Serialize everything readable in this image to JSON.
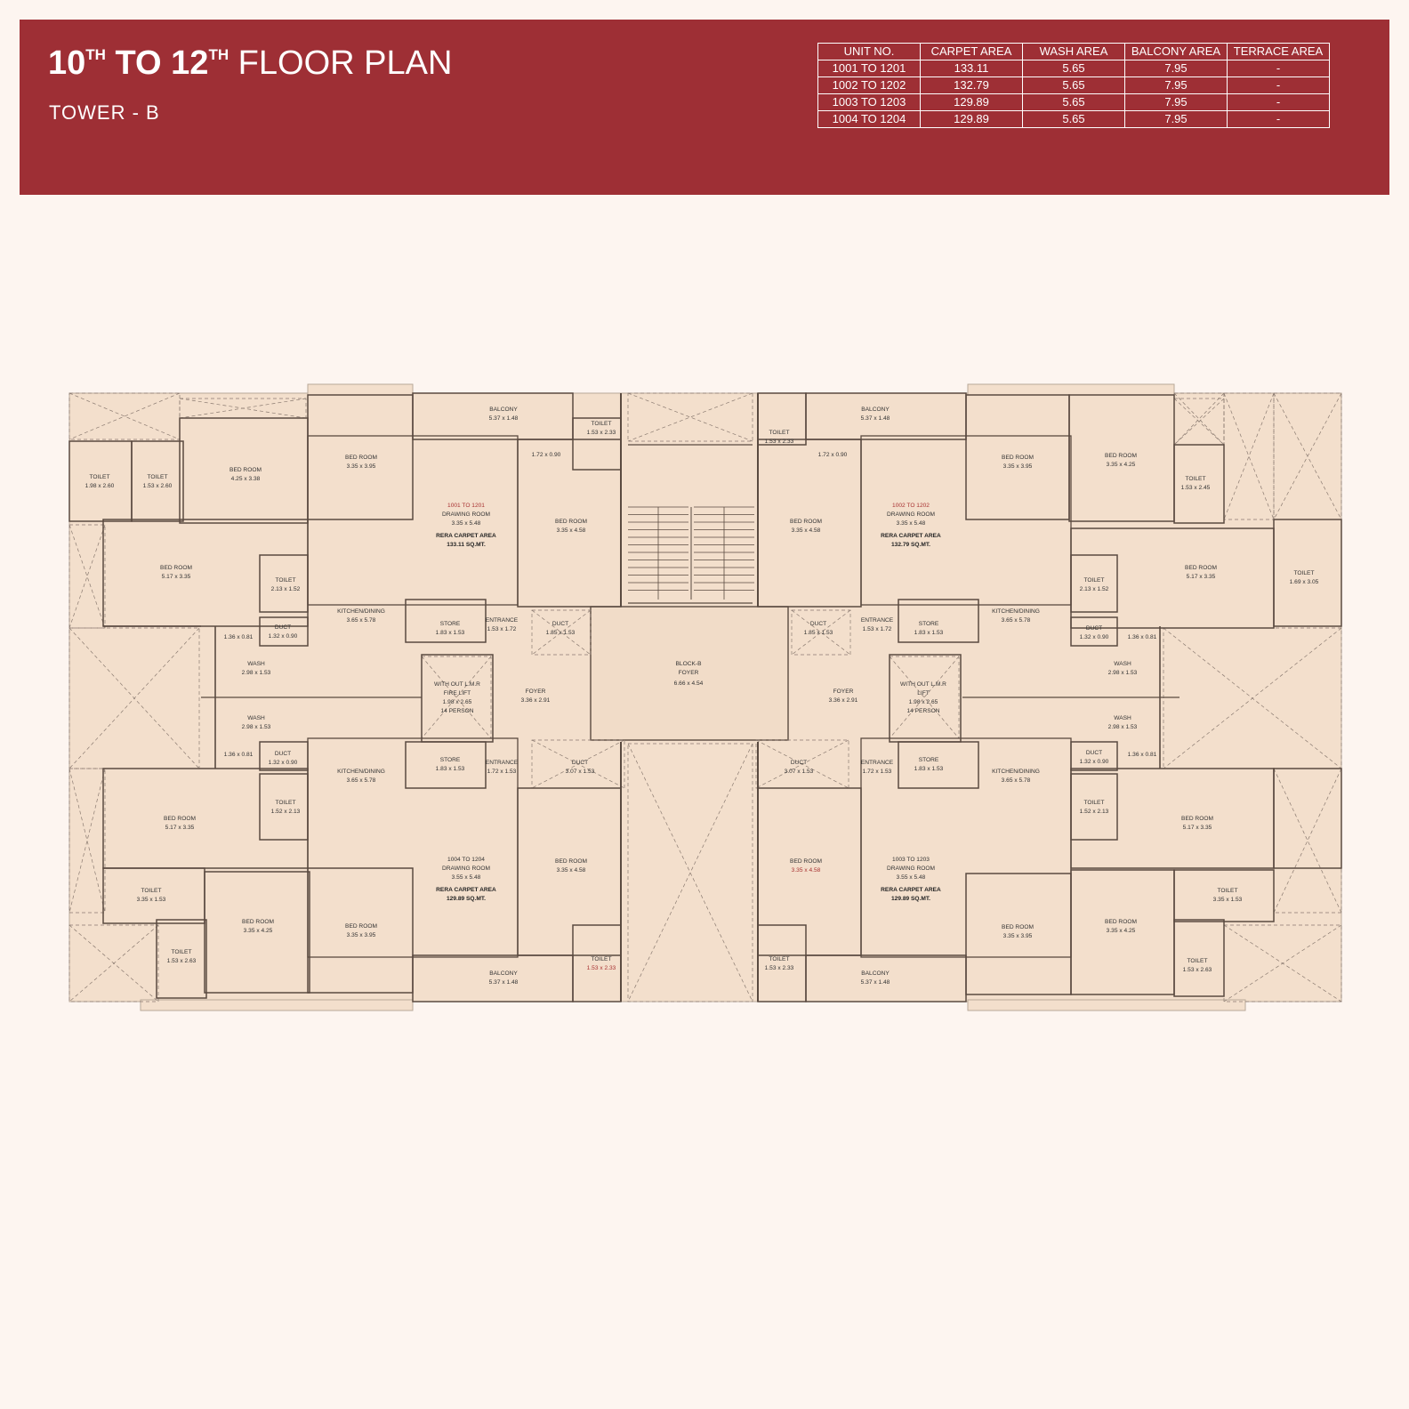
{
  "header": {
    "title_num1": "10",
    "title_sup1": "TH",
    "title_to": " TO ",
    "title_num2": "12",
    "title_sup2": "TH",
    "title_rest": " FLOOR PLAN",
    "subtitle": "TOWER - B"
  },
  "colors": {
    "header_bg": "#9e2f35",
    "page_bg": "#fdf5f0",
    "plan_fill": "#f3dfcc",
    "wall": "#5a4a40"
  },
  "area_table": {
    "columns": [
      "UNIT NO.",
      "CARPET AREA",
      "WASH AREA",
      "BALCONY AREA",
      "TERRACE AREA"
    ],
    "rows": [
      [
        "1001 TO 1201",
        "133.11",
        "5.65",
        "7.95",
        "-"
      ],
      [
        "1002 TO 1202",
        "132.79",
        "5.65",
        "7.95",
        "-"
      ],
      [
        "1003 TO 1203",
        "129.89",
        "5.65",
        "7.95",
        "-"
      ],
      [
        "1004 TO 1204",
        "129.89",
        "5.65",
        "7.95",
        "-"
      ]
    ]
  },
  "plan": {
    "labels": [
      "BALCONY",
      "5.37 x 1.48",
      "TOILET",
      "1.53 x 2.33",
      "1.72 x 0.90",
      "TOILET",
      "1.98 x 2.60",
      "TOILET",
      "1.53 x 2.60",
      "BED ROOM",
      "4.25 x 3.38",
      "BED ROOM",
      "3.35 x 3.95",
      "1001 TO 1201",
      "DRAWING ROOM",
      "3.35 x 5.48",
      "RERA CARPET AREA",
      "133.11 SQ.MT.",
      "BED ROOM",
      "3.35 x 4.58",
      "BED ROOM",
      "5.17 x 3.35",
      "TOILET",
      "2.13 x 1.52",
      "KITCHEN/DINING",
      "3.65 x 5.78",
      "STORE",
      "1.83 x 1.53",
      "ENTRANCE",
      "1.53 x 1.72",
      "DUCT",
      "1.85 x 1.53",
      "1.36 x 0.81",
      "DUCT",
      "1.32 x 0.90",
      "WASH",
      "2.98 x 1.53",
      "WITH OUT L.M.R",
      "FIRE LIFT",
      "1.98 x 2.65",
      "14 PERSON",
      "FOYER",
      "3.36 x 2.91",
      "BLOCK-B",
      "FOYER",
      "6.66 x 4.54",
      "BALCONY",
      "5.37 x 1.48",
      "TOILET",
      "1.53 x 2.33",
      "1.72 x 0.90",
      "BED ROOM",
      "3.35 x 4.58",
      "1002 TO 1202",
      "DRAWING ROOM",
      "3.35 x 5.48",
      "RERA CARPET AREA",
      "132.79 SQ.MT.",
      "BED ROOM",
      "3.35 x 3.95",
      "BED ROOM",
      "3.35 x 4.25",
      "TOILET",
      "1.53 x 2.45",
      "TOILET",
      "2.13 x 1.52",
      "BED ROOM",
      "5.17 x 3.35",
      "TOILET",
      "1.69 x 3.05",
      "KITCHEN/DINING",
      "3.65 x 5.78",
      "STORE",
      "1.83 x 1.53",
      "ENTRANCE",
      "1.53 x 1.72",
      "DUCT",
      "1.85 x 1.53",
      "DUCT",
      "1.32 x 0.90",
      "1.36 x 0.81",
      "WASH",
      "2.98 x 1.53",
      "WITH OUT L.M.R",
      "LIFT",
      "1.98 x 2.65",
      "14 PERSON",
      "FOYER",
      "3.36 x 2.91",
      "WASH",
      "2.98 x 1.53",
      "1.36 x 0.81",
      "DUCT",
      "1.32 x 0.90",
      "KITCHEN/DINING",
      "3.65 x 5.78",
      "STORE",
      "1.83 x 1.53",
      "ENTRANCE",
      "1.72 x 1.53",
      "DUCT",
      "3.07 x 1.53",
      "TOILET",
      "1.52 x 2.13",
      "BED ROOM",
      "5.17 x 3.35",
      "TOILET",
      "3.35 x 1.53",
      "BED ROOM",
      "3.35 x 4.25",
      "TOILET",
      "1.53 x 2.63",
      "BED ROOM",
      "3.35 x 3.95",
      "1004 TO 1204",
      "DRAWING ROOM",
      "3.55 x 5.48",
      "RERA CARPET AREA",
      "129.89 SQ.MT.",
      "BED ROOM",
      "3.35 x 4.58",
      "BALCONY",
      "5.37 x 1.48",
      "TOILET",
      "1.53 x 2.33",
      "WASH",
      "2.98 x 1.53",
      "1.36 x 0.81",
      "DUCT",
      "1.32 x 0.90",
      "KITCHEN/DINING",
      "3.65 x 5.78",
      "STORE",
      "1.83 x 1.53",
      "ENTRANCE",
      "1.72 x 1.53",
      "DUCT",
      "3.07 x 1.53",
      "TOILET",
      "1.52 x 2.13",
      "BED ROOM",
      "5.17 x 3.35",
      "TOILET",
      "3.35 x 1.53",
      "BED ROOM",
      "3.35 x 4.25",
      "TOILET",
      "1.53 x 2.63",
      "BED ROOM",
      "3.35 x 3.95",
      "1003 TO 1203",
      "DRAWING ROOM",
      "3.55 x 5.48",
      "RERA CARPET AREA",
      "129.89 SQ.MT.",
      "BED ROOM",
      "3.35 x 4.58",
      "BALCONY",
      "5.37 x 1.48",
      "TOILET",
      "1.53 x 2.33"
    ]
  }
}
